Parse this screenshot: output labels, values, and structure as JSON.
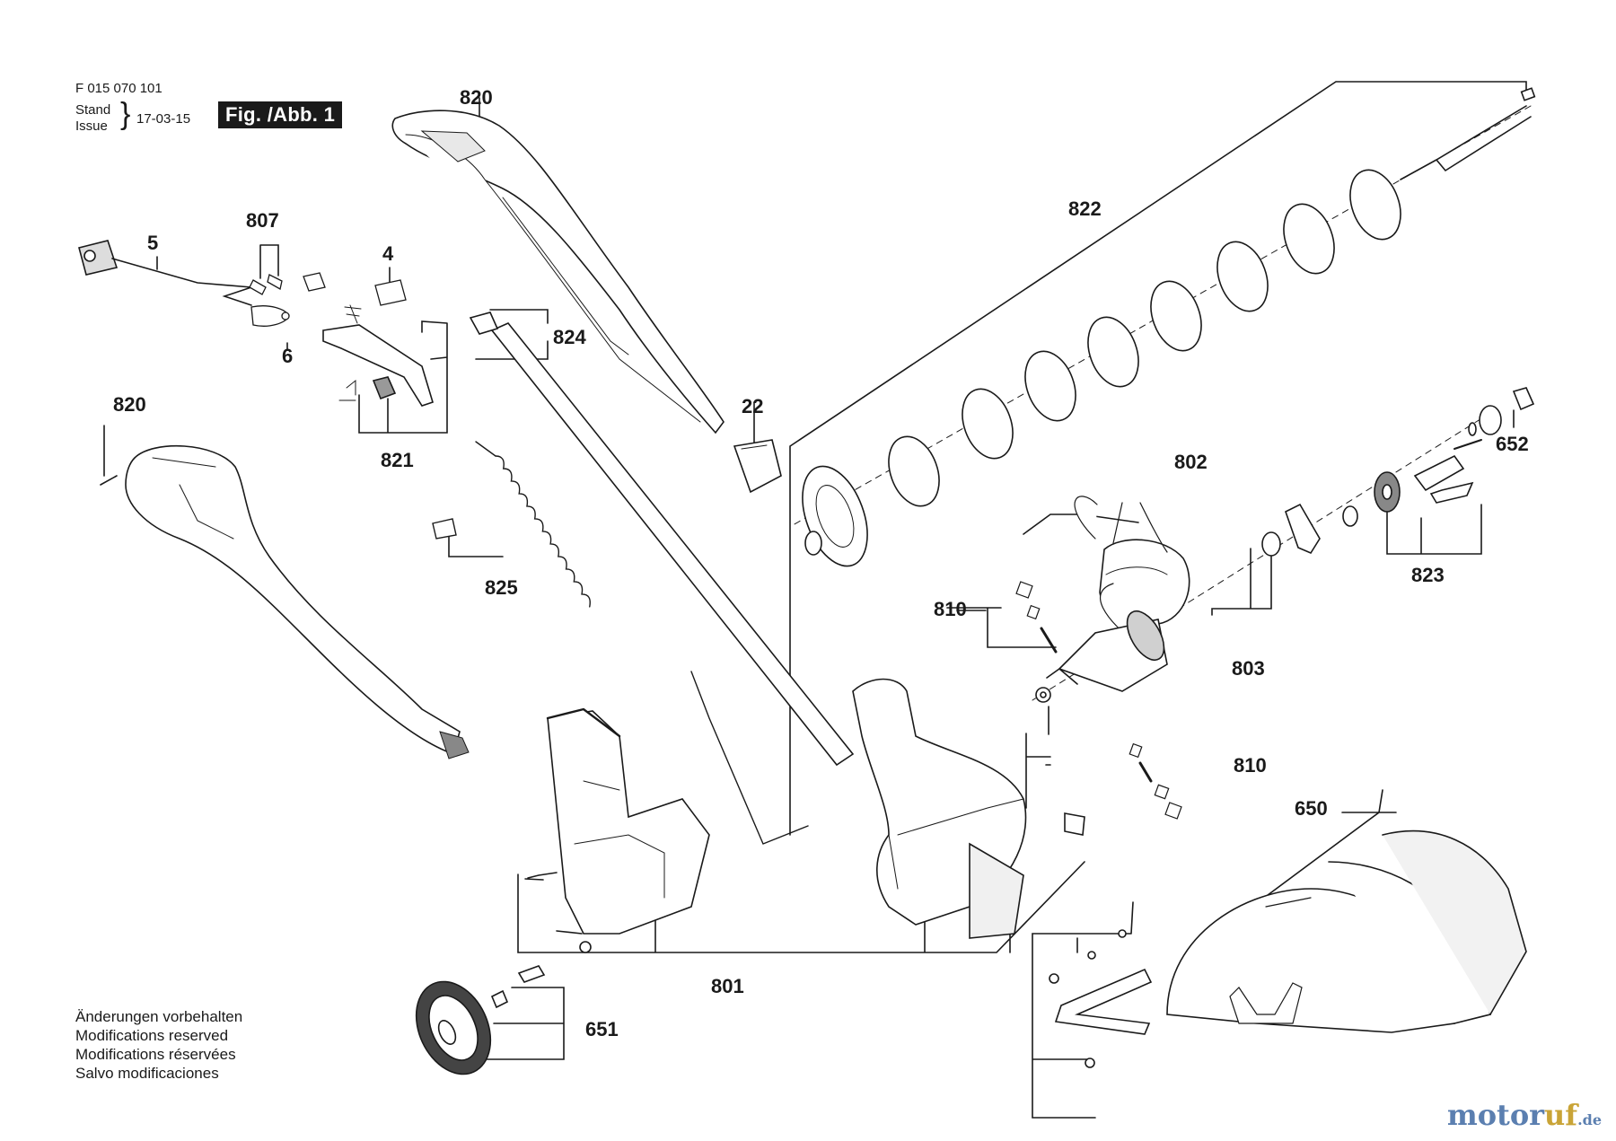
{
  "header": {
    "doc_number": "F 015 070 101",
    "stand_label": "Stand",
    "issue_label": "Issue",
    "date": "17-03-15",
    "figure_label": "Fig. /Abb. 1"
  },
  "part_labels": [
    "820",
    "807",
    "5",
    "4",
    "6",
    "821",
    "820",
    "824",
    "22",
    "825",
    "822",
    "802",
    "810",
    "803",
    "652",
    "823",
    "810",
    "650",
    "801",
    "651"
  ],
  "notes": [
    "Änderungen vorbehalten",
    "Modifications reserved",
    "Modifications réservées",
    "Salvo modificaciones"
  ],
  "logo": {
    "main": "motor",
    "accent": "uf",
    "suffix": ".de"
  },
  "colors": {
    "ink": "#1a1a1a",
    "fill_light": "#f2f2f2",
    "fill_mid": "#c8c8c8",
    "fill_dark": "#555555"
  }
}
